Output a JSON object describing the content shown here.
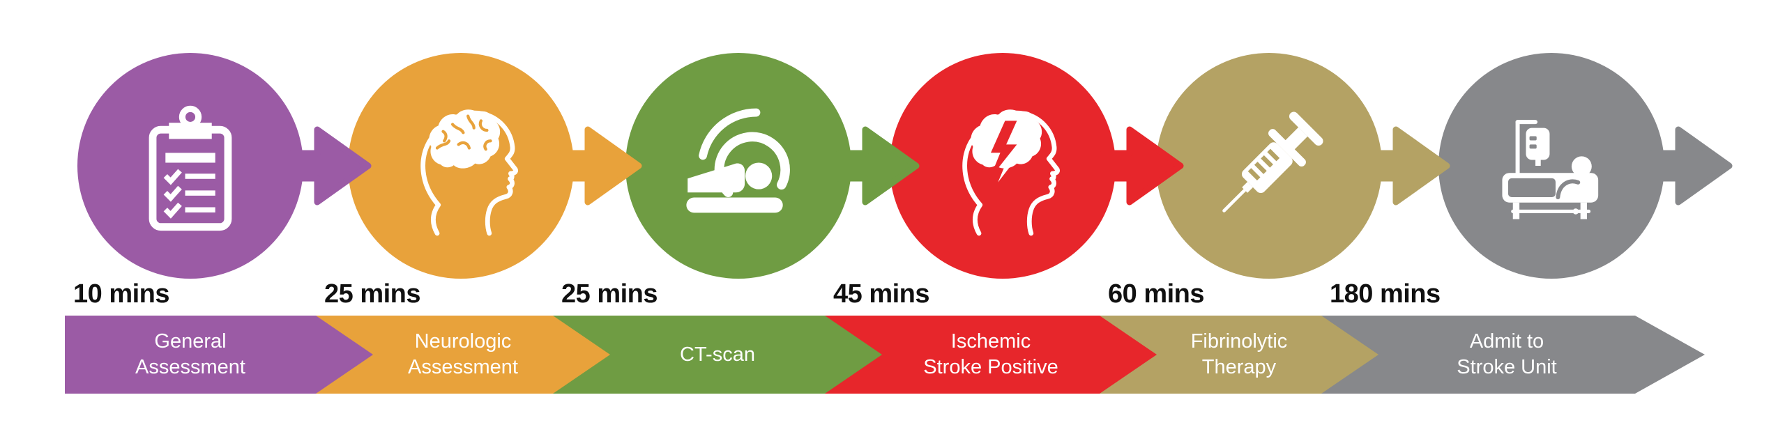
{
  "diagram_name": "stroke-care-timeline",
  "colors": {
    "background": "#FFFFFF",
    "time_label_text": "#101010",
    "banner_text": "#FFFFFF"
  },
  "stages": [
    {
      "time": "10 mins",
      "label_lines": [
        "General",
        "Assessment"
      ],
      "color": "#9B5BA5",
      "icon": "checklist-clipboard-icon"
    },
    {
      "time": "25 mins",
      "label_lines": [
        "Neurologic",
        "Assessment"
      ],
      "color": "#E8A23B",
      "icon": "brain-head-icon"
    },
    {
      "time": "25 mins",
      "label_lines": [
        "CT-scan"
      ],
      "color": "#6F9C43",
      "icon": "ct-scanner-icon"
    },
    {
      "time": "45 mins",
      "label_lines": [
        "Ischemic",
        "Stroke Positive"
      ],
      "color": "#E7262B",
      "icon": "stroke-brain-icon"
    },
    {
      "time": "60 mins",
      "label_lines": [
        "Fibrinolytic",
        "Therapy"
      ],
      "color": "#B4A264",
      "icon": "syringe-icon"
    },
    {
      "time": "180 mins",
      "label_lines": [
        "Admit to",
        "Stroke Unit"
      ],
      "color": "#87888B",
      "icon": "hospital-bed-icon"
    }
  ]
}
